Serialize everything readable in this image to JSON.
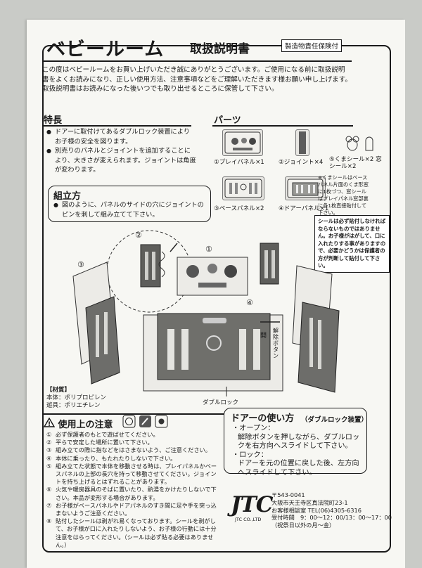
{
  "header": {
    "title": "ベビールーム",
    "subtitle": "取扱説明書",
    "pl_badge": "製造物責任保険付"
  },
  "intro": "この度はベビールームをお買い上げいただき誠にありがとうございます。ご使用になる前に取扱説明書をよくお読みになり、正しい使用方法、注意事項などをご理解いただきます様お願い申し上げます。取扱説明書はお読みになった後いつでも取り出せるところに保管して下さい。",
  "features": {
    "heading": "特長",
    "items": [
      "ドアーに取付けてあるダブルロック装置により お子様の安全を図ります。",
      "別売りのパネルとジョイントを追加することにより、大きさが変えられます。ジョイントは角度が変わります。"
    ]
  },
  "parts": {
    "heading": "パーツ",
    "items": [
      {
        "label": "①プレイパネル×1"
      },
      {
        "label": "②ジョイント×4"
      },
      {
        "label": "⑤くまシール×2 窓シール×2"
      },
      {
        "label": "③ベースパネル×2"
      },
      {
        "label": "④ドアーパネル×1"
      }
    ],
    "note_small": "※くまシールはベースパネル片面のくま形窓に1枚づつ、窓シールはプレイパネル窓部裏に各1枚直接貼付して下さい。",
    "note_box": "シールは必ず貼付しなければならないものではありません。お子様がはがして、口に入れたりする事がありますので、必要かどうかは保護者の方が判断して貼付して下さい。"
  },
  "assembly": {
    "heading": "組立方",
    "text": "図のように、パネルのサイドの穴にジョイントのピンを刺して組み立てて下さい。"
  },
  "diagram": {
    "labels": {
      "n1": "①",
      "n2": "②",
      "n3": "③",
      "n4": "④",
      "open": "開",
      "release_button": "解除ボタン",
      "double_lock": "ダブルロック"
    }
  },
  "material": {
    "title": "【材質】",
    "rows": [
      "本体：ポリプロピレン",
      "遊具：ポリエチレン"
    ]
  },
  "caution": {
    "heading": "使用上の注意",
    "items": [
      {
        "num": "①",
        "text": "必ず保護者のもとで遊ばせてください。"
      },
      {
        "num": "②",
        "text": "平らで安定した場所に置いて下さい。"
      },
      {
        "num": "③",
        "text": "組み立ての際に指などをはさまないよう、ご注意ください。"
      },
      {
        "num": "④",
        "text": "本体に乗ったり、もたれたりしないで下さい。"
      },
      {
        "num": "⑤",
        "text": "組み立てた状態で本体を移動させる時は、プレイパネルかベースパネルの上部の長穴を持って移動させてください。ジョイントを持ち上げるとはずれることがあります。"
      },
      {
        "num": "⑥",
        "text": "火気や暖房器具のそばに置いたり、熱湯をかけたりしないで下さい。本品が変形する場合があります。"
      },
      {
        "num": "⑦",
        "text": "お子様がベースパネルやドアパネルのすき間に足や手を突っ込まないようご注意ください。"
      },
      {
        "num": "⑧",
        "text": "貼付したシールは剥がれ易くなっております。シールを剥がして、お子様が口に入れたりしないよう、お子様の行動には十分注意をはらってください。（シールは必ず貼る必要はありません。）"
      }
    ]
  },
  "door": {
    "heading": "ドアーの使い方",
    "sub": "（ダブルロック装置）",
    "open_label": "・オープン：",
    "open_text": "解除ボタンを押しながら、ダブルロックを右方向へスライドして下さい。",
    "lock_label": "・ロック：",
    "lock_text": "ドアーを元の位置に戻した後、左方向へスライドして下さい。"
  },
  "company": {
    "logo": "JTC",
    "logo_sub": "JTC CO.,LTD",
    "postal": "〒543-0041",
    "address": "大阪市天王寺区真法院町23-1",
    "tel": "お客様相談室 TEL(06)4305-6316",
    "hours": "受付時間　9：00～12：00/13：00～17：00",
    "holiday": "（祝祭日以外の月～金）"
  }
}
